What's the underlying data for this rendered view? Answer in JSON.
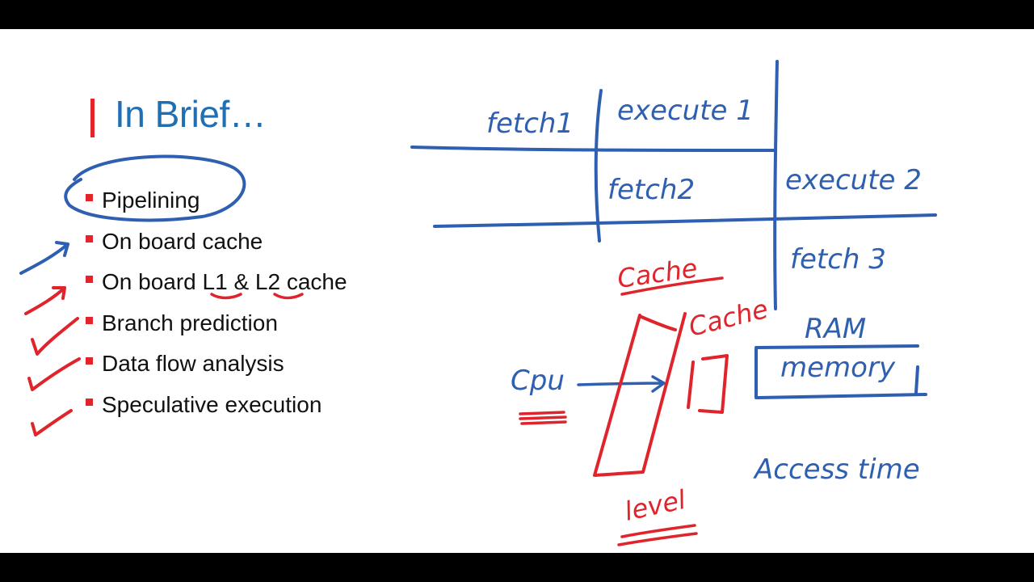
{
  "slide": {
    "title": "In Brief…",
    "bullets": [
      "Pipelining",
      "On board cache",
      "On board L1 & L2 cache",
      "Branch prediction",
      "Data flow analysis",
      "Speculative execution"
    ]
  },
  "annotations": {
    "pipeline_table": {
      "row1": [
        "fetch1",
        "execute 1"
      ],
      "row2": [
        "fetch2",
        "execute 2"
      ],
      "row3": [
        "fetch 3"
      ]
    },
    "cache_diagram": {
      "cpu_label": "Cpu",
      "cache_label_top": "Cache",
      "cache_label_side": "Cache",
      "level_label": "level",
      "ram_label": "RAM",
      "memory_label": "memory",
      "access_time_label": "Access time"
    }
  },
  "colors": {
    "title_blue": "#1f6fb2",
    "accent_red": "#e3242b",
    "ink_blue": "#2e5fb0",
    "ink_red": "#e0242b",
    "letterbox": "#000000",
    "slide_bg": "#ffffff"
  }
}
